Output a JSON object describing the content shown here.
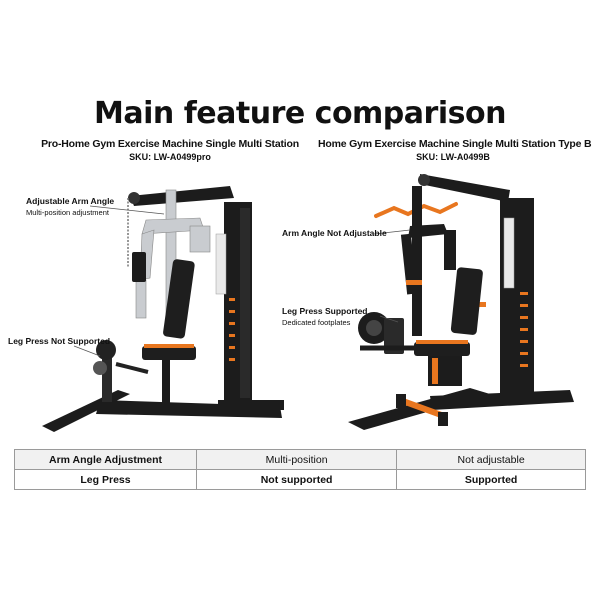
{
  "title": "Main feature comparison",
  "products": {
    "left": {
      "name": "Pro-Home Gym Exercise Machine Single Multi Station",
      "sku": "SKU: LW-A0499pro",
      "callouts": {
        "arm": {
          "title": "Adjustable Arm Angle",
          "sub": "Multi-position adjustment"
        },
        "leg": {
          "title": "Leg Press Not Supported"
        }
      }
    },
    "right": {
      "name": "Home Gym Exercise Machine Single Multi Station Type B",
      "sku": "SKU: LW-A0499B",
      "callouts": {
        "arm": {
          "title": "Arm Angle Not Adjustable"
        },
        "leg": {
          "title": "Leg Press Supported",
          "sub": "Dedicated footplates"
        }
      }
    }
  },
  "table": {
    "rows": [
      {
        "feature": "Arm Angle Adjustment",
        "left": "Multi-position",
        "right": "Not adjustable"
      },
      {
        "feature": "Leg Press",
        "left": "Not supported",
        "right": "Supported"
      }
    ]
  },
  "colors": {
    "frame": "#1c1c1c",
    "accent": "#e8761f",
    "arm_silver": "#c9ccd0"
  }
}
